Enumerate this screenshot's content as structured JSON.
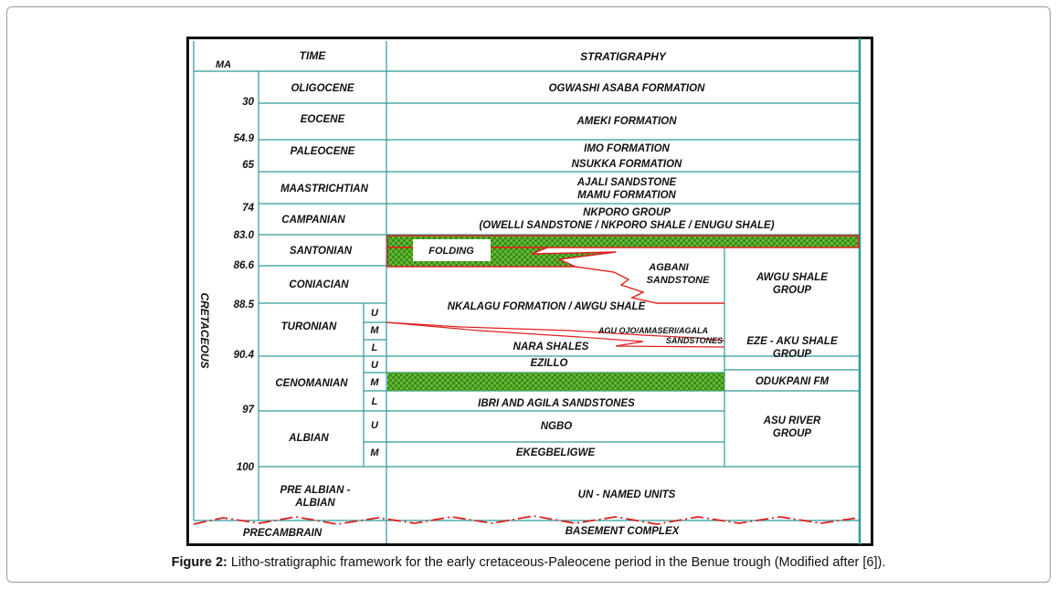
{
  "headers": {
    "ma": "MA",
    "time": "TIME",
    "stratigraphy": "STRATIGRAPHY"
  },
  "ma_ticks": [
    "30",
    "54.9",
    "65",
    "74",
    "83.0",
    "86.6",
    "88.5",
    "90.4",
    "97",
    "100"
  ],
  "era_label": "CRETACEOUS",
  "epochs": [
    "OLIGOCENE",
    "EOCENE",
    "PALEOCENE",
    "MAASTRICHTIAN",
    "CAMPANIAN",
    "SANTONIAN",
    "CONIACIAN",
    "TURONIAN",
    "CENOMANIAN",
    "ALBIAN",
    "PRE ALBIAN -",
    "ALBIAN",
    "PRECAMBRAIN"
  ],
  "subdivisions": [
    "U",
    "M",
    "L",
    "U",
    "M",
    "L",
    "U",
    "M"
  ],
  "formations": {
    "ogwashi": "OGWASHI ASABA FORMATION",
    "ameki": "AMEKI FORMATION",
    "imo": "IMO FORMATION",
    "nsukka": "NSUKKA FORMATION",
    "ajali": "AJALI SANDSTONE",
    "mamu": "MAMU FORMATION",
    "nkporo": "NKPORO GROUP",
    "nkporo_sub": "(OWELLI SANDSTONE / NKPORO SHALE /  ENUGU SHALE)",
    "folding": "FOLDING",
    "agbani1": "AGBANI",
    "agbani2": "SANDSTONE",
    "nkalagu": "NKALAGU FORMATION / AWGU SHALE",
    "aguojo1": "AGU OJO/AMASERI/AGALA",
    "aguojo2": "SANDSTONES",
    "nara": "NARA SHALES",
    "ezillo": "EZILLO",
    "ibri": "IBRI AND AGILA SANDSTONES",
    "ngbo": "NGBO",
    "ekeg": "EKEGBELIGWE",
    "unnamed": "UN - NAMED UNITS",
    "basement": "BASEMENT COMPLEX"
  },
  "groups": {
    "awgu1": "AWGU SHALE",
    "awgu2": "GROUP",
    "ezeaku1": "EZE - AKU SHALE",
    "ezeaku2": "GROUP",
    "odukpani": "ODUKPANI FM",
    "asu1": "ASU RIVER",
    "asu2": "GROUP"
  },
  "caption": {
    "label": "Figure 2:",
    "text": " Litho-stratigraphic framework for the early cretaceous-Paleocene period in the Benue trough (Modified after [6])."
  },
  "colors": {
    "line": "#2e9a9a",
    "hatch": "#55b02a",
    "red": "#e02020"
  }
}
